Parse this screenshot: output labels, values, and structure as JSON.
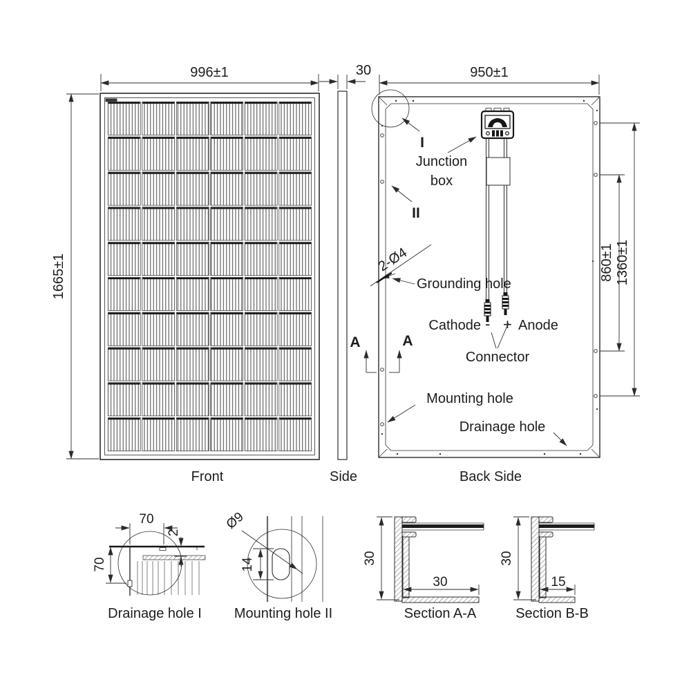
{
  "drawing": {
    "front": {
      "label": "Front",
      "width_dim": "996±1",
      "height_dim": "1665±1"
    },
    "side": {
      "label": "Side",
      "thickness_dim": "30"
    },
    "back": {
      "label": "Back Side",
      "width_dim": "950±1",
      "dim_inner": "860±1",
      "dim_outer": "1360±1",
      "junction_box_line1": "Junction",
      "junction_box_line2": "box",
      "grounding_spec": "2-Ø4",
      "grounding_label": "Grounding hole",
      "cathode_label": "Cathode",
      "minus_sign": "-",
      "plus_sign": "+",
      "anode_label": "Anode",
      "connector_label": "Connector",
      "mounting_label": "Mounting hole",
      "drainage_label": "Drainage hole",
      "detail_marker_1": "I",
      "detail_marker_2": "II",
      "section_letter": "A"
    },
    "details": {
      "drainage": {
        "label": "Drainage hole I",
        "dim_width": "70",
        "dim_height": "70",
        "dim_gap": "2"
      },
      "mounting": {
        "label": "Mounting hole II",
        "dim_diameter": "Ø9",
        "dim_length": "14"
      },
      "section_aa": {
        "label": "Section A-A",
        "dim_height": "30",
        "dim_width": "30"
      },
      "section_bb": {
        "label": "Section B-B",
        "dim_height": "30",
        "dim_width": "15"
      }
    }
  },
  "colors": {
    "line": "#2b2b2b",
    "dark_fill": "#161616",
    "background": "#ffffff"
  }
}
